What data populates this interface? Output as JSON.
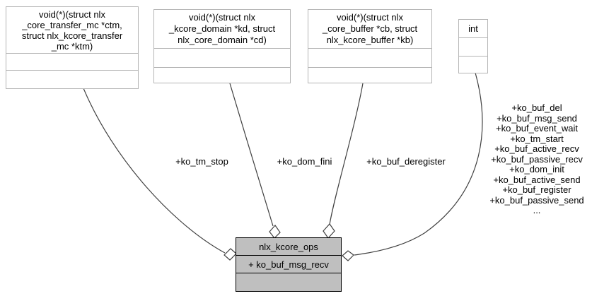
{
  "diagram": {
    "nodes": {
      "ftype_tm": {
        "title": "void(*)(struct nlx\n_core_transfer_mc *ctm,\nstruct nlx_kcore_transfer\n_mc *ktm)"
      },
      "ftype_dom": {
        "title": "void(*)(struct nlx\n_kcore_domain *kd, struct\nnlx_core_domain *cd)"
      },
      "ftype_buf": {
        "title": "void(*)(struct nlx\n_core_buffer *cb, struct\nnlx_kcore_buffer *kb)"
      },
      "int_type": {
        "title": "int"
      },
      "main": {
        "title": "nlx_kcore_ops",
        "members": "+ ko_buf_msg_recv"
      }
    },
    "edge_labels": {
      "tm_stop": "+ko_tm_stop",
      "dom_fini": "+ko_dom_fini",
      "buf_deregister": "+ko_buf_deregister",
      "int_ops": "+ko_buf_del\n+ko_buf_msg_send\n+ko_buf_event_wait\n+ko_tm_start\n+ko_buf_active_recv\n+ko_buf_passive_recv\n+ko_dom_init\n+ko_buf_active_send\n+ko_buf_register\n+ko_buf_passive_send\n..."
    },
    "colors": {
      "node_border": "#b4b4b4",
      "node_fill": "#ffffff",
      "main_fill": "#bfbfbf",
      "main_border": "#000000",
      "edge": "#404040",
      "text": "#000000"
    }
  }
}
